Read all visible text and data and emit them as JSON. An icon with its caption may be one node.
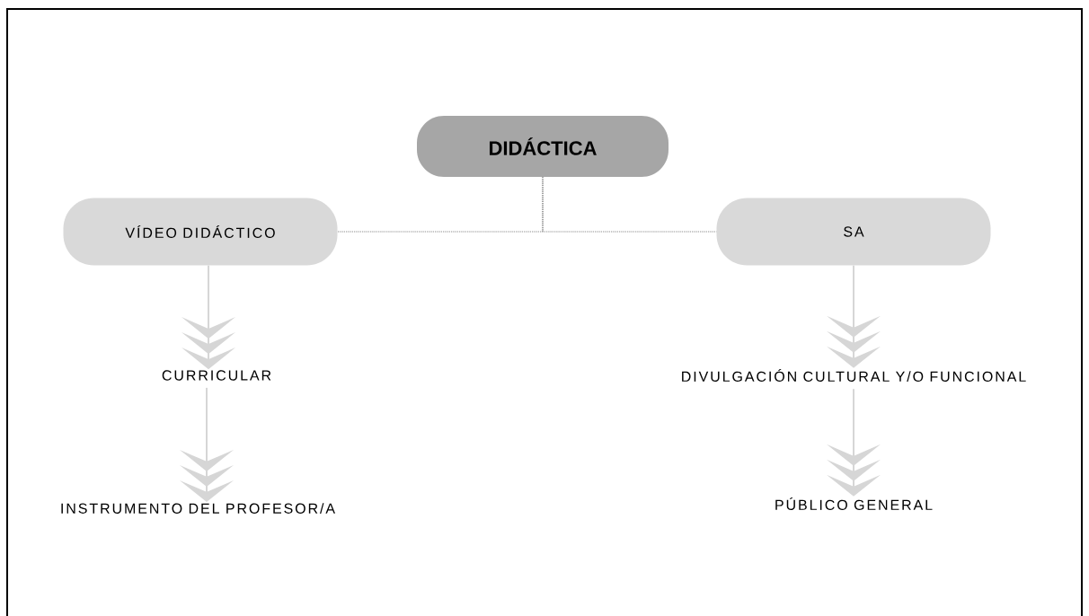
{
  "diagram": {
    "nodes": [
      {
        "text": [
          "DIDÁCTICA"
        ]
      },
      {
        "text": [
          "VÍDEO DIDÁCTICO"
        ]
      },
      {
        "text": [
          "SA"
        ]
      },
      {
        "text": [
          "CURRICULAR"
        ]
      },
      {
        "text": [
          "INSTRUMENTO DEL PROFESOR/A"
        ]
      },
      {
        "text": [
          "DIVULGACIÓN CULTURAL Y/O FUNCIONAL"
        ]
      },
      {
        "text": [
          "PÚBLICO GENERAL"
        ]
      }
    ],
    "edges": [
      {
        "from": 0,
        "to": 1,
        "arrow": "none",
        "style": "dashed",
        "color": "#4c4c4c"
      },
      {
        "from": 0,
        "to": 2,
        "arrow": "none",
        "style": "dashed",
        "color": "#4c4c4c"
      },
      {
        "from": 1,
        "to": 3,
        "arrow": "to"
      },
      {
        "from": 3,
        "to": 4,
        "arrow": "to"
      },
      {
        "from": 2,
        "to": 5,
        "arrow": "to"
      },
      {
        "from": 5,
        "to": 6,
        "arrow": "to"
      }
    ]
  }
}
